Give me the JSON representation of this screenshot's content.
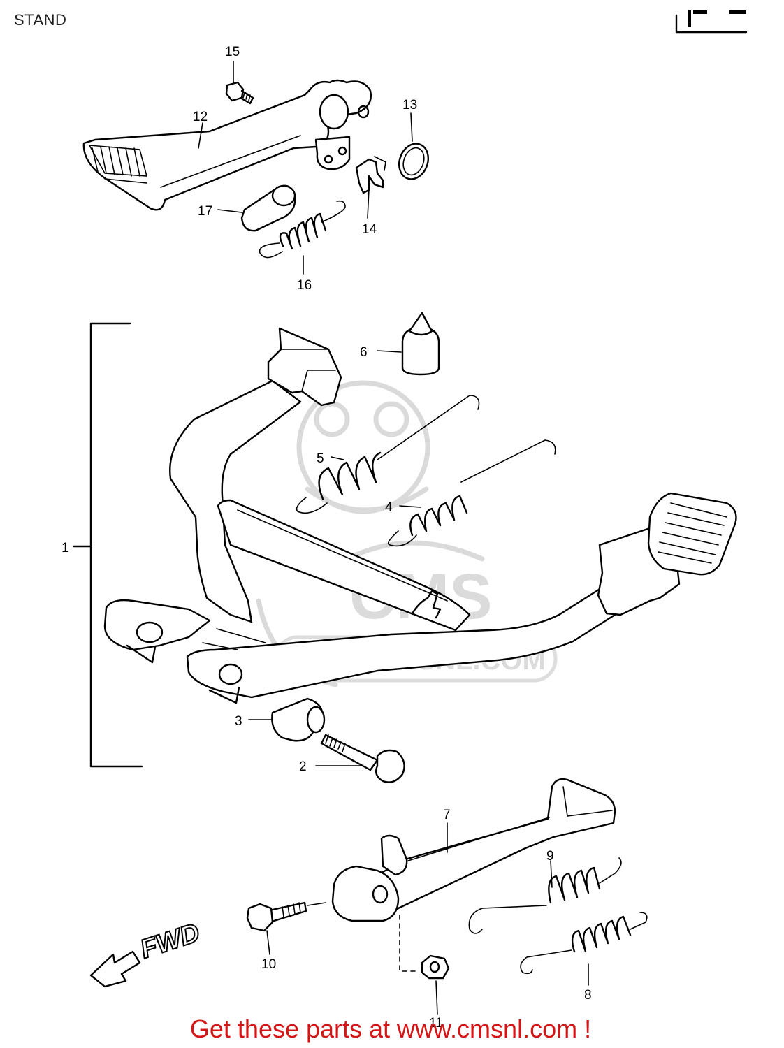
{
  "page": {
    "title": "STAND"
  },
  "watermark": {
    "logo_text": "CMS",
    "url_text": "WWW.CMSNL.COM"
  },
  "direction_marker": {
    "label": "FWD"
  },
  "callouts": [
    {
      "id": "c1",
      "label": "1"
    },
    {
      "id": "c2",
      "label": "2"
    },
    {
      "id": "c3",
      "label": "3"
    },
    {
      "id": "c4",
      "label": "4"
    },
    {
      "id": "c5",
      "label": "5"
    },
    {
      "id": "c6",
      "label": "6"
    },
    {
      "id": "c7",
      "label": "7"
    },
    {
      "id": "c8",
      "label": "8"
    },
    {
      "id": "c9",
      "label": "9"
    },
    {
      "id": "c10",
      "label": "10"
    },
    {
      "id": "c11",
      "label": "11"
    },
    {
      "id": "c12",
      "label": "12"
    },
    {
      "id": "c13",
      "label": "13"
    },
    {
      "id": "c14",
      "label": "14"
    },
    {
      "id": "c15",
      "label": "15"
    },
    {
      "id": "c16",
      "label": "16"
    },
    {
      "id": "c17",
      "label": "17"
    }
  ],
  "footer": {
    "link_text": "Get these parts at www.cmsnl.com !",
    "link_color": "#d41515"
  }
}
